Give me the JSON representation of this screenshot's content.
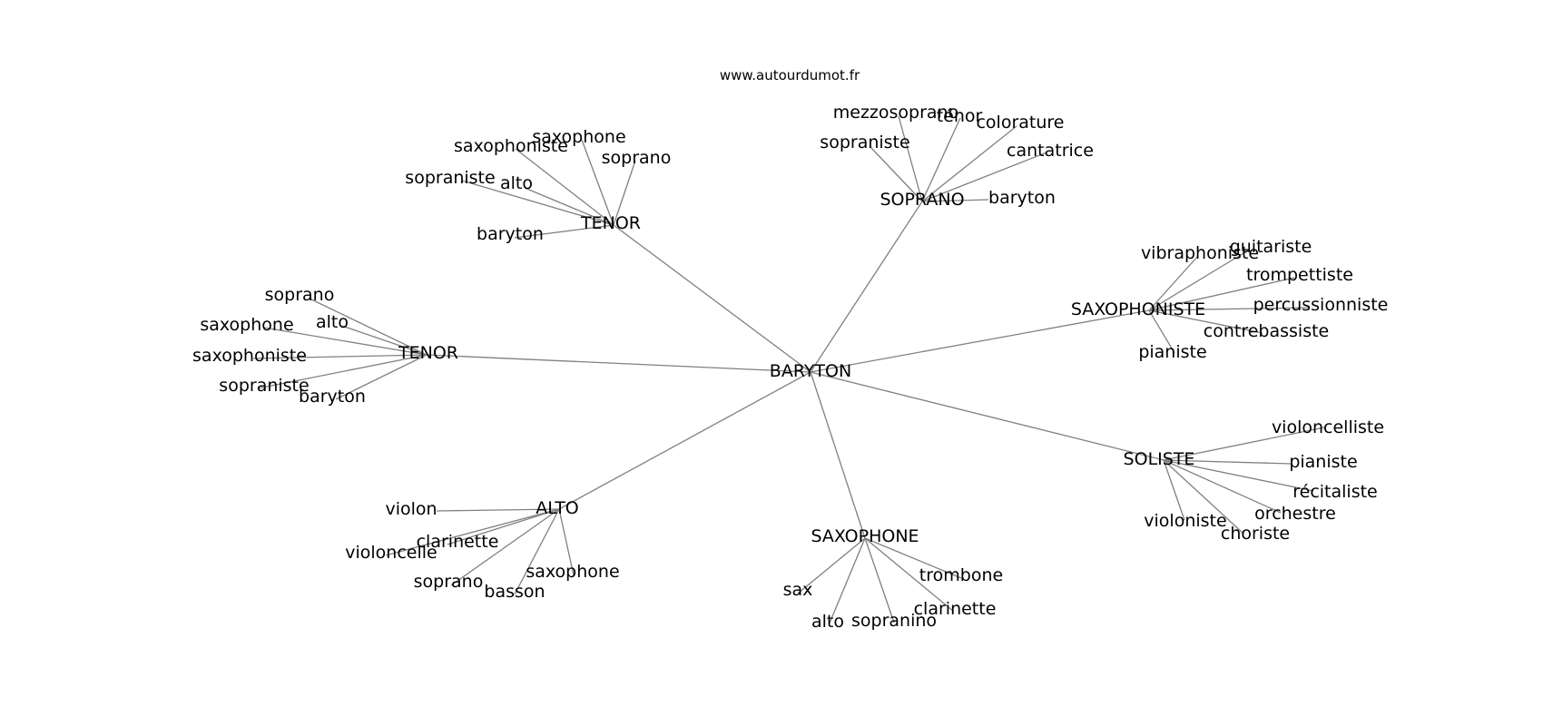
{
  "header": {
    "site": "www.autourdumot.fr"
  },
  "graph": {
    "root": "BARYTON",
    "groups": [
      {
        "label": "TENOR",
        "children": [
          "saxophoniste",
          "saxophone",
          "soprano",
          "sopraniste",
          "alto",
          "baryton"
        ]
      },
      {
        "label": "SOPRANO",
        "children": [
          "mezzosoprano",
          "ténor",
          "colorature",
          "sopraniste",
          "cantatrice",
          "baryton"
        ]
      },
      {
        "label": "SAXOPHONISTE",
        "children": [
          "vibraphoniste",
          "guitariste",
          "trompettiste",
          "percussionniste",
          "contrebassiste",
          "pianiste"
        ]
      },
      {
        "label": "TENOR",
        "children": [
          "soprano",
          "saxophone",
          "alto",
          "saxophoniste",
          "sopraniste",
          "baryton"
        ]
      },
      {
        "label": "SOLISTE",
        "children": [
          "violoncelliste",
          "pianiste",
          "récitaliste",
          "orchestre",
          "violoniste",
          "choriste"
        ]
      },
      {
        "label": "ALTO",
        "children": [
          "violon",
          "clarinette",
          "violoncelle",
          "soprano",
          "basson",
          "saxophone"
        ]
      },
      {
        "label": "SAXOPHONE",
        "children": [
          "sax",
          "alto",
          "sopranino",
          "clarinette",
          "trombone"
        ]
      }
    ]
  }
}
